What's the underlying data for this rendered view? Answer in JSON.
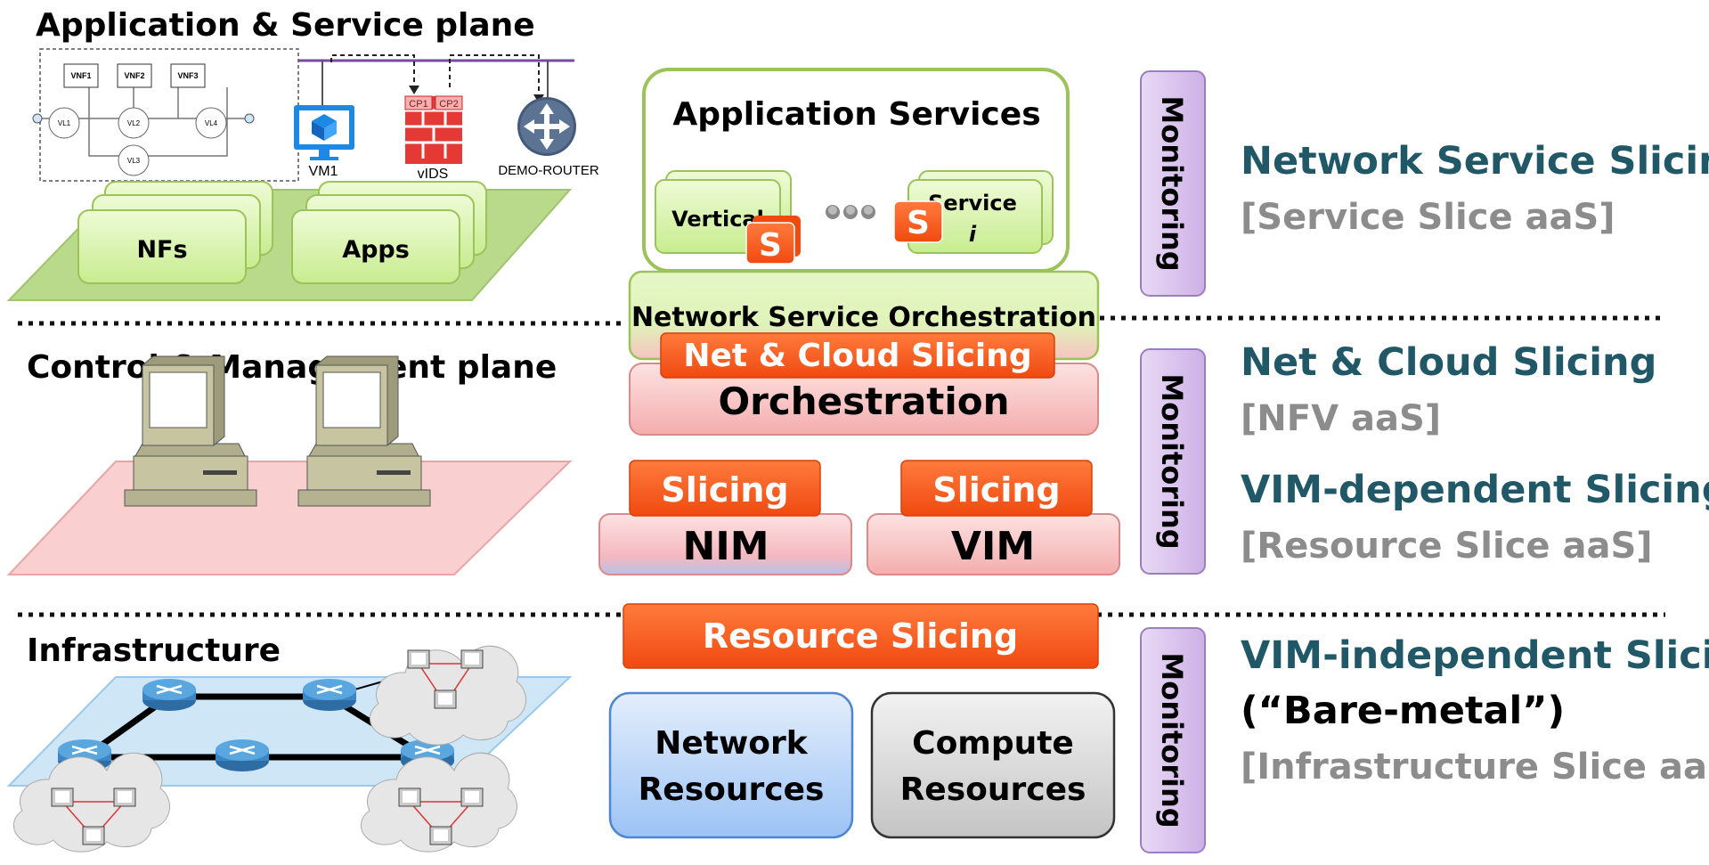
{
  "planes": {
    "app": "Application & Service plane",
    "control": "Control & Management plane",
    "infra": "Infrastructure"
  },
  "app_plane": {
    "nfs": "NFs",
    "apps": "Apps",
    "vnf1": "VNF1",
    "vnf2": "VNF2",
    "vnf3": "VNF3",
    "vl1": "VL1",
    "vl2": "VL2",
    "vl3": "VL3",
    "vl4": "VL4",
    "vm1": "VM1",
    "vids": "vIDS",
    "cp1": "CP1",
    "cp2": "CP2",
    "router": "DEMO-ROUTER"
  },
  "center": {
    "app_services": "Application Services",
    "vertical": "Vertical",
    "service": "Service",
    "service_i": "i",
    "s_badge": "S",
    "nso": "Network Service Orchestration",
    "net_cloud_slicing": "Net & Cloud Slicing",
    "orchestration": "Orchestration",
    "slicing": "Slicing",
    "nim": "NIM",
    "vim": "VIM",
    "resource_slicing": "Resource Slicing",
    "network_resources_1": "Network",
    "network_resources_2": "Resources",
    "compute_resources_1": "Compute",
    "compute_resources_2": "Resources"
  },
  "monitoring": "Monitoring",
  "right": {
    "nss": "Network Service Slicing",
    "nss_sub": "[Service Slice aaS]",
    "ncs": "Net & Cloud Slicing",
    "ncs_sub": "[NFV aaS]",
    "vimdep": "VIM-dependent Slicing",
    "vimdep_sub": "[Resource Slice aaS]",
    "vimind": "VIM-independent Slicing",
    "baremetal": "(“Bare-metal”)",
    "vimind_sub": "[Infrastructure Slice aaS]"
  },
  "colors": {
    "teal": "#215868",
    "gray": "#8c8c8c",
    "orange": "#f55a1e",
    "green_fill": "#d4f2a8",
    "green_border": "#9bc35a",
    "pink": "#f8c4c4",
    "purple": "#dcc6ee",
    "blue_res": "#b8d4f8",
    "gray_res": "#d9d9d9"
  }
}
